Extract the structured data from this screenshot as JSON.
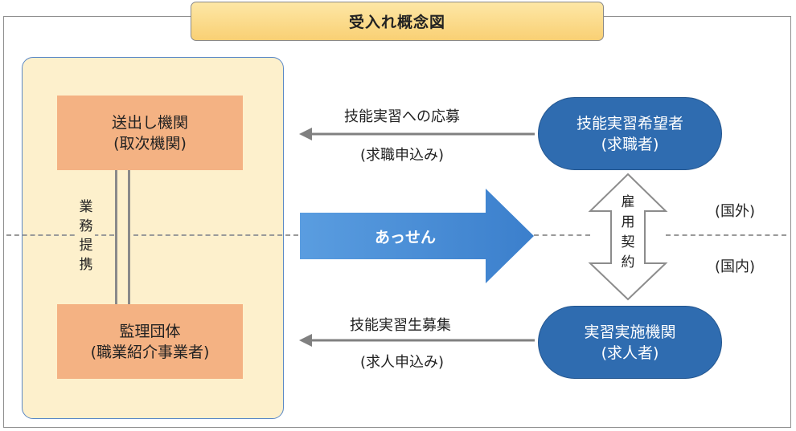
{
  "title": "受入れ概念図",
  "sending_org": {
    "line1": "送出し機関",
    "line2": "(取次機関)"
  },
  "supervising_org": {
    "line1": "監理団体",
    "line2": "(職業紹介事業者)"
  },
  "business_tieup": [
    "業",
    "務",
    "提",
    "携"
  ],
  "applicant": {
    "line1": "技能実習希望者",
    "line2": "(求職者)"
  },
  "implementing_org": {
    "line1": "実習実施機関",
    "line2": "(求人者)"
  },
  "top_arrow": {
    "label": "技能実習への応募",
    "sublabel": "(求職申込み)"
  },
  "bottom_arrow": {
    "label": "技能実習生募集",
    "sublabel": "(求人申込み)"
  },
  "mediation": "あっせん",
  "employment_contract": [
    "雇",
    "用",
    "契",
    "約"
  ],
  "overseas": "(国外)",
  "domestic": "(国内)",
  "colors": {
    "title_bg": "#f9d074",
    "panel_bg": "#fdf0cc",
    "org_box": "#f4b283",
    "pill": "#2f6cb0",
    "arrow": "#4a8fd6"
  }
}
